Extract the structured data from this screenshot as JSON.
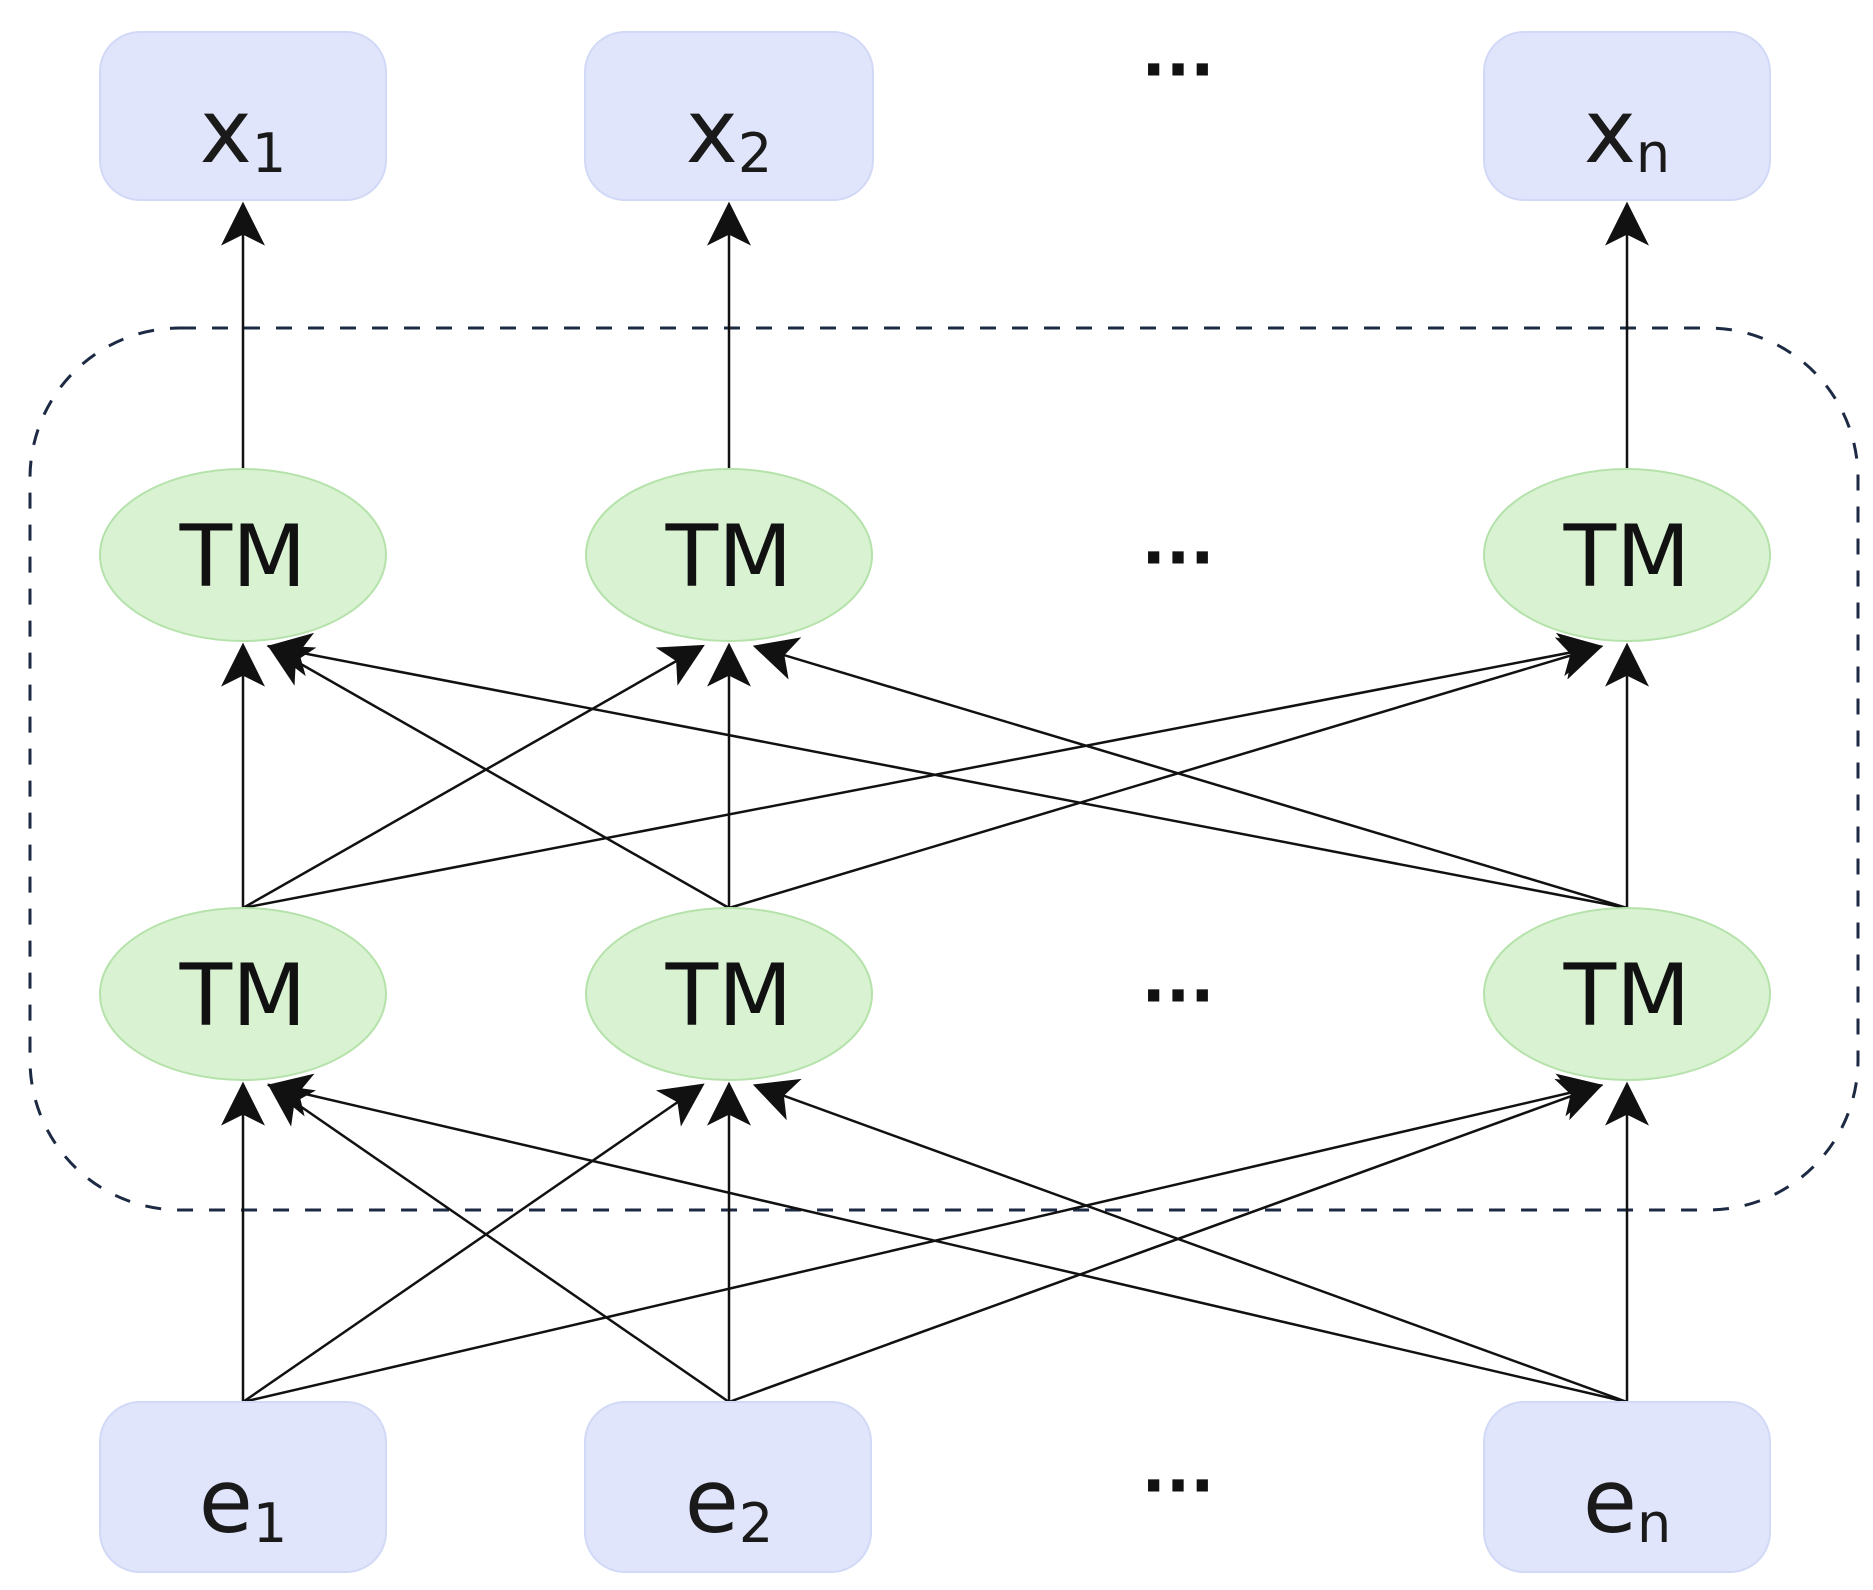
{
  "colors": {
    "io_box_fill": "#e0e5fb",
    "io_box_stroke": "#d2d9f6",
    "tm_fill": "#d8f2d2",
    "tm_stroke": "#b5e2aa",
    "edge": "#111111",
    "dashed_border": "#1d2a44"
  },
  "outputs": [
    {
      "base": "x",
      "sub": "1"
    },
    {
      "base": "x",
      "sub": "2"
    },
    {
      "base": "x",
      "sub": "n"
    }
  ],
  "inputs": [
    {
      "base": "e",
      "sub": "1"
    },
    {
      "base": "e",
      "sub": "2"
    },
    {
      "base": "e",
      "sub": "n"
    }
  ],
  "upper_layer": [
    "TM",
    "TM",
    "TM"
  ],
  "lower_layer": [
    "TM",
    "TM",
    "TM"
  ],
  "ellipsis": "···"
}
